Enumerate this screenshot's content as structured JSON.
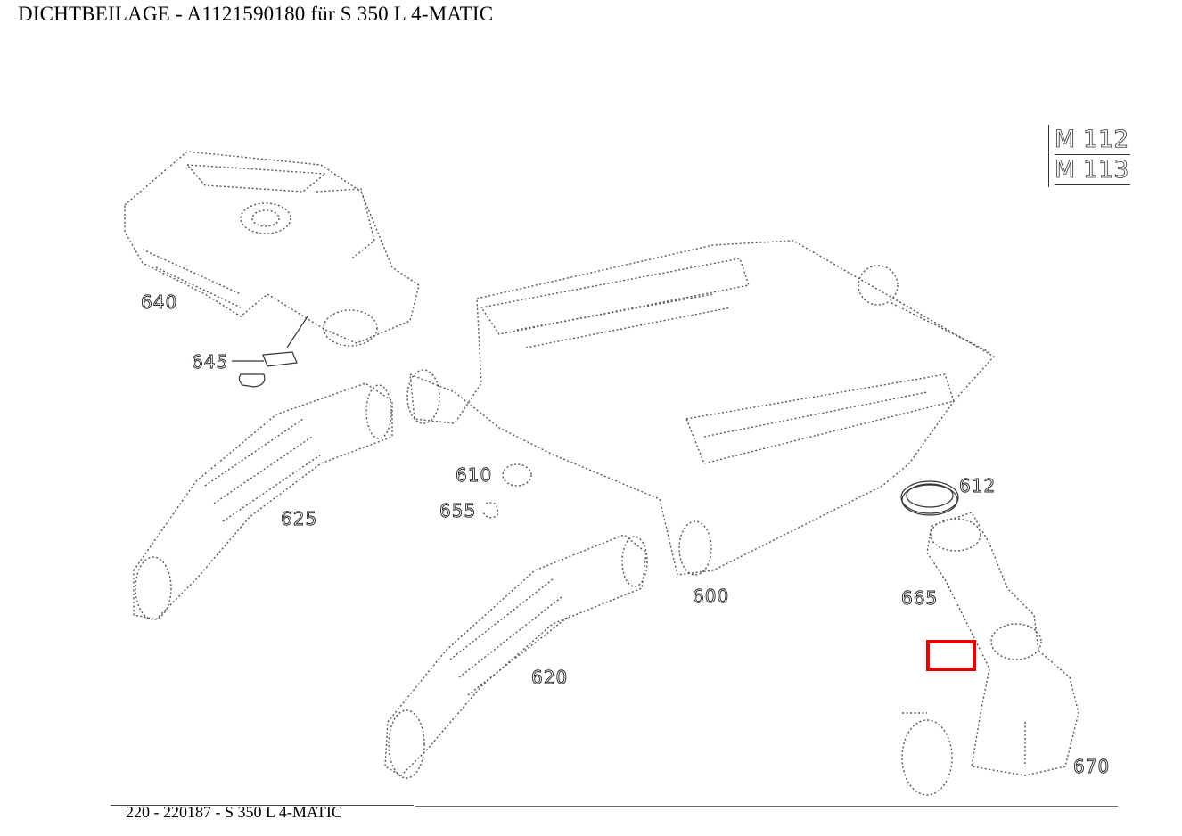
{
  "header": {
    "title": "DICHTBEILAGE  - A1121590180 für S 350 L 4-MATIC"
  },
  "engine_codes": [
    "M 112",
    "M 113"
  ],
  "callouts": {
    "c640": "640",
    "c645": "645",
    "c625": "625",
    "c610": "610",
    "c655": "655",
    "c600": "600",
    "c612": "612",
    "c665": "665",
    "c620": "620",
    "c670": "670"
  },
  "highlight": {
    "color": "#e00000"
  },
  "footer": {
    "text": "220 - 220187 - S 350 L 4-MATIC"
  }
}
